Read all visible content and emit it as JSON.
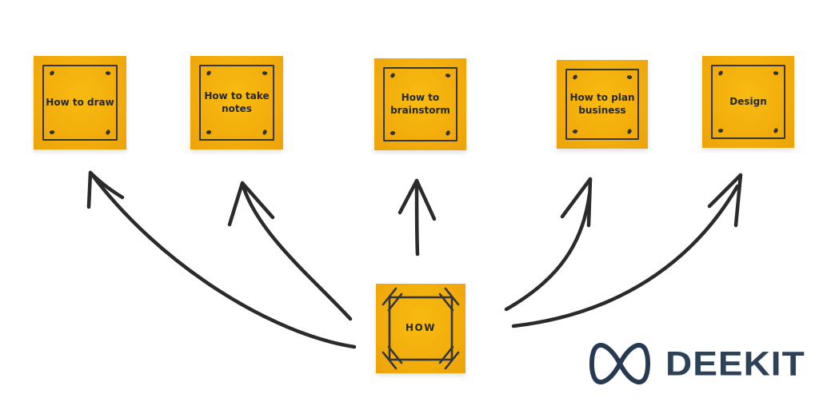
{
  "board": {
    "notes": [
      {
        "id": "how-to-draw",
        "label": "How to draw"
      },
      {
        "id": "how-to-take-notes",
        "label": "How to take notes"
      },
      {
        "id": "how-to-brainstorm",
        "label": "How to brainstorm"
      },
      {
        "id": "how-to-plan-business",
        "label": "How to plan business"
      },
      {
        "id": "design",
        "label": "Design"
      }
    ],
    "center_note": {
      "id": "how",
      "label": "HOW"
    },
    "connections": [
      {
        "from": "how",
        "to": "how-to-draw"
      },
      {
        "from": "how",
        "to": "how-to-take-notes"
      },
      {
        "from": "how",
        "to": "how-to-brainstorm"
      },
      {
        "from": "how",
        "to": "how-to-plan-business"
      },
      {
        "from": "how",
        "to": "design"
      }
    ]
  },
  "logo": {
    "brand": "DEEKIT"
  },
  "colors": {
    "sticky": "#F2AB0C",
    "sticky_ink": "#33373C",
    "note_text": "#26292D",
    "arrow": "#2B2B2B",
    "logo_text": "#2D4257",
    "logo_mark": "#263B52",
    "background": "#FFFFFF"
  }
}
